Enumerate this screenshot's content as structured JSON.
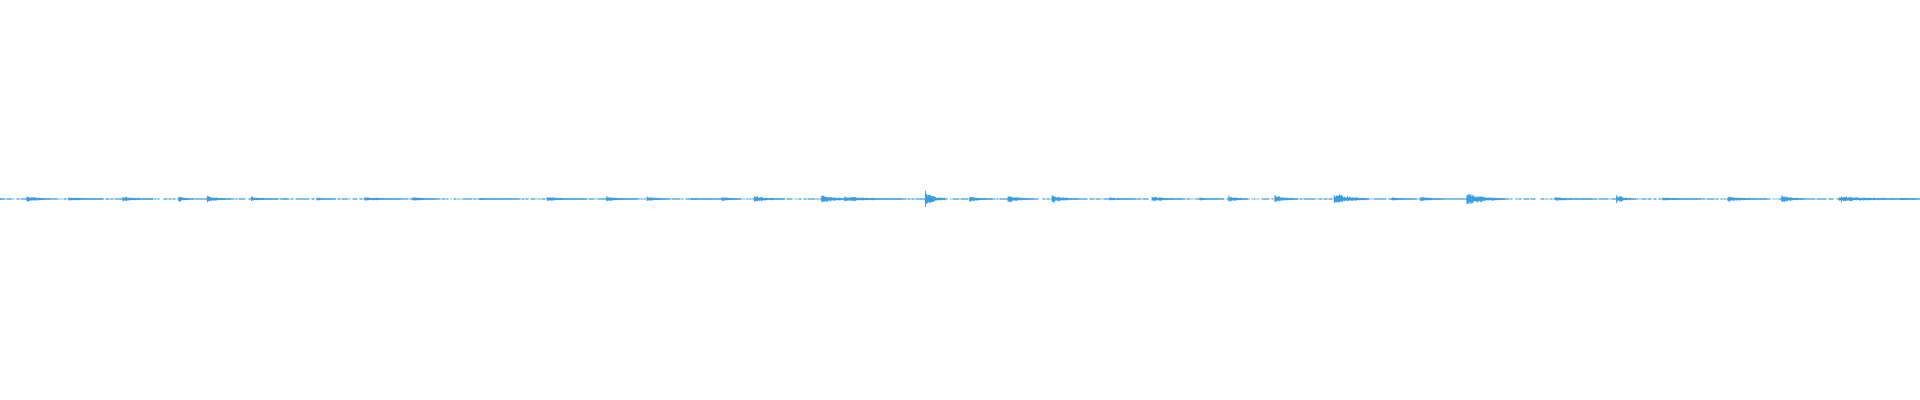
{
  "waveform": {
    "color": "#3a9de0",
    "bursts": [
      {
        "t": 0.0,
        "w": 0.002,
        "a": 0.03
      },
      {
        "t": 0.014,
        "w": 0.012,
        "a": 0.28
      },
      {
        "t": 0.036,
        "w": 0.018,
        "a": 0.12
      },
      {
        "t": 0.064,
        "w": 0.016,
        "a": 0.18
      },
      {
        "t": 0.093,
        "w": 0.008,
        "a": 0.22
      },
      {
        "t": 0.108,
        "w": 0.012,
        "a": 0.25
      },
      {
        "t": 0.131,
        "w": 0.014,
        "a": 0.15
      },
      {
        "t": 0.148,
        "w": 0.002,
        "a": 0.04
      },
      {
        "t": 0.165,
        "w": 0.01,
        "a": 0.08
      },
      {
        "t": 0.19,
        "w": 0.02,
        "a": 0.13
      },
      {
        "t": 0.215,
        "w": 0.012,
        "a": 0.15
      },
      {
        "t": 0.25,
        "w": 0.02,
        "a": 0.06
      },
      {
        "t": 0.285,
        "w": 0.02,
        "a": 0.14
      },
      {
        "t": 0.316,
        "w": 0.016,
        "a": 0.18
      },
      {
        "t": 0.337,
        "w": 0.012,
        "a": 0.18
      },
      {
        "t": 0.36,
        "w": 0.02,
        "a": 0.05
      },
      {
        "t": 0.376,
        "w": 0.01,
        "a": 0.2
      },
      {
        "t": 0.393,
        "w": 0.016,
        "a": 0.25
      },
      {
        "t": 0.428,
        "w": 0.016,
        "a": 0.35
      },
      {
        "t": 0.44,
        "w": 0.03,
        "a": 0.18
      },
      {
        "t": 0.482,
        "w": 0.01,
        "a": 0.75
      },
      {
        "t": 0.505,
        "w": 0.012,
        "a": 0.22
      },
      {
        "t": 0.525,
        "w": 0.014,
        "a": 0.3
      },
      {
        "t": 0.548,
        "w": 0.014,
        "a": 0.35
      },
      {
        "t": 0.578,
        "w": 0.014,
        "a": 0.08
      },
      {
        "t": 0.6,
        "w": 0.016,
        "a": 0.2
      },
      {
        "t": 0.625,
        "w": 0.012,
        "a": 0.08
      },
      {
        "t": 0.64,
        "w": 0.01,
        "a": 0.25
      },
      {
        "t": 0.664,
        "w": 0.012,
        "a": 0.35
      },
      {
        "t": 0.695,
        "w": 0.018,
        "a": 0.6
      },
      {
        "t": 0.725,
        "w": 0.012,
        "a": 0.12
      },
      {
        "t": 0.74,
        "w": 0.012,
        "a": 0.2
      },
      {
        "t": 0.764,
        "w": 0.02,
        "a": 0.55
      },
      {
        "t": 0.81,
        "w": 0.02,
        "a": 0.12
      },
      {
        "t": 0.842,
        "w": 0.01,
        "a": 0.35
      },
      {
        "t": 0.866,
        "w": 0.02,
        "a": 0.1
      },
      {
        "t": 0.9,
        "w": 0.02,
        "a": 0.2
      },
      {
        "t": 0.928,
        "w": 0.012,
        "a": 0.35
      },
      {
        "t": 0.958,
        "w": 0.04,
        "a": 0.2
      },
      {
        "t": 0.99,
        "w": 0.01,
        "a": 0.06
      }
    ]
  }
}
